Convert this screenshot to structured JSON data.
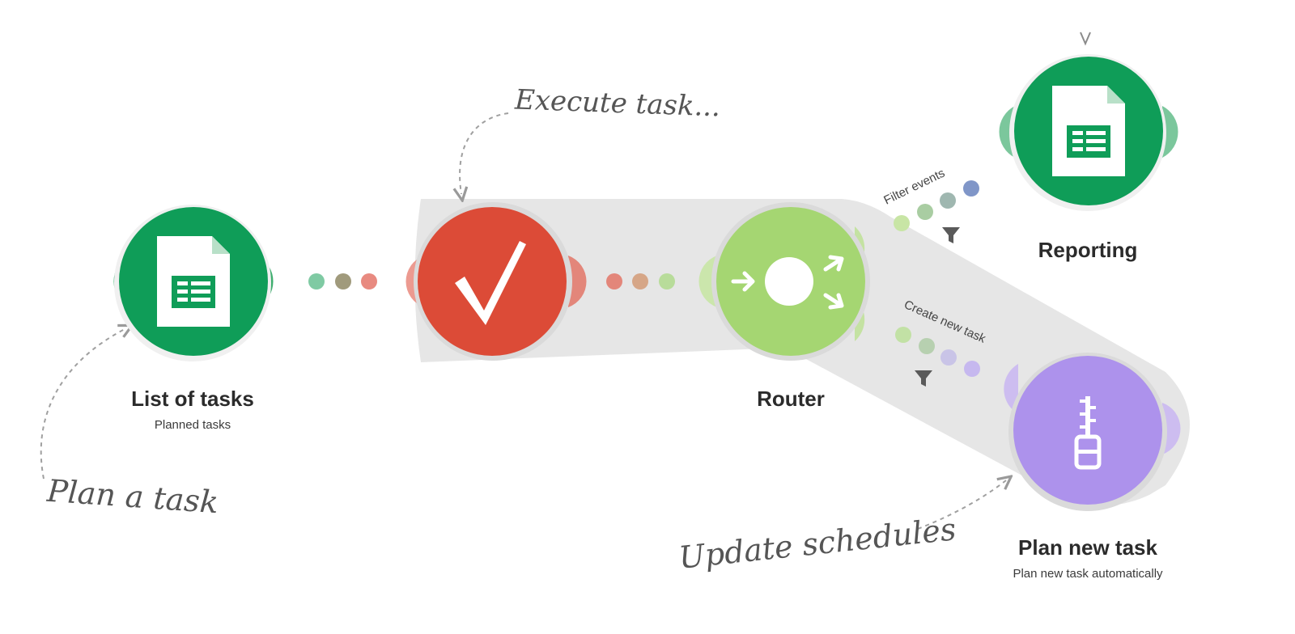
{
  "modules": [
    {
      "id": "list",
      "title": "List of tasks",
      "subtitle": "Planned tasks",
      "icon": "google-sheets-icon",
      "color": "#0f9d58"
    },
    {
      "id": "vtask",
      "title": "",
      "subtitle": "",
      "icon": "checkmark-icon",
      "color": "#dc4b37"
    },
    {
      "id": "router",
      "title": "Router",
      "subtitle": "",
      "icon": "router-icon",
      "color": "#a5d672"
    },
    {
      "id": "reporting",
      "title": "Reporting",
      "subtitle": "",
      "icon": "google-sheets-icon",
      "color": "#0f9d58"
    },
    {
      "id": "plan",
      "title": "Plan new task",
      "subtitle": "Plan new task automatically",
      "icon": "zipper-icon",
      "color": "#ad92ec"
    }
  ],
  "routes": [
    {
      "label": "Filter events",
      "icon": "filter-icon"
    },
    {
      "label": "Create new task",
      "icon": "filter-icon"
    }
  ],
  "annotations": {
    "plan_a_task": "Plan a task",
    "execute_task": "Execute task...",
    "update_schedules": "Update schedules"
  }
}
